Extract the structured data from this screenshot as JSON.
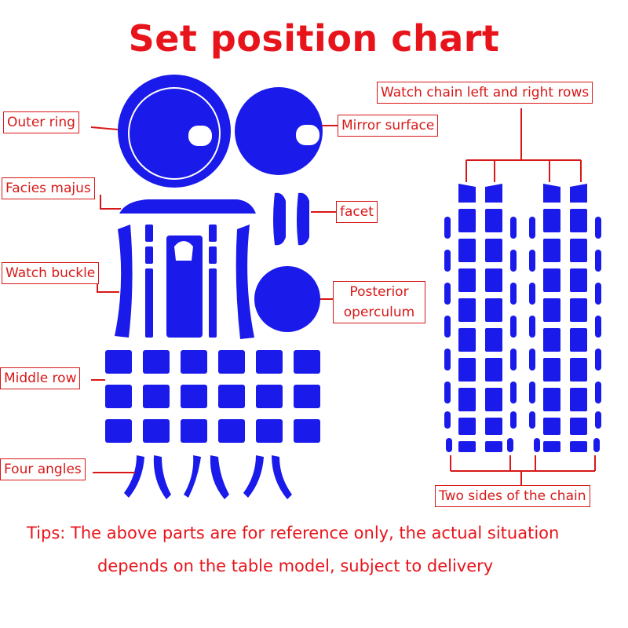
{
  "title": "Set position chart",
  "labels": {
    "outer_ring": "Outer ring",
    "mirror_surface": "Mirror surface",
    "facies_majus": "Facies majus",
    "facet": "facet",
    "watch_buckle": "Watch buckle",
    "posterior_operculum_1": "Posterior",
    "posterior_operculum_2": "operculum",
    "middle_row": "Middle row",
    "four_angles": "Four angles",
    "watch_chain_rows": "Watch chain left and right rows",
    "two_sides_chain": "Two sides of the chain"
  },
  "tips": {
    "line1": "Tips: The above parts are for reference only, the actual situation",
    "line2": "depends on the table model, subject to delivery"
  },
  "colors": {
    "part_fill": "#1a1aeb",
    "label_red": "#d81818",
    "title_red": "#e8141b"
  }
}
